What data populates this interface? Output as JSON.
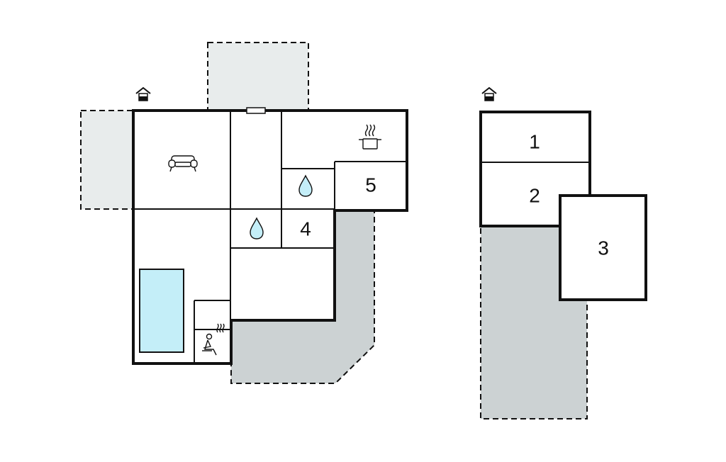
{
  "floors": [
    {
      "id": "ground-floor",
      "entrance_icon": "house-entrance-icon",
      "rooms": [
        {
          "id": "living-room",
          "icon": "sofa-icon"
        },
        {
          "id": "hallway"
        },
        {
          "id": "kitchen",
          "icon": "cooking-pot-icon"
        },
        {
          "id": "bathroom-upper",
          "icon": "water-drop-icon"
        },
        {
          "id": "bathroom-lower",
          "icon": "water-drop-icon"
        },
        {
          "id": "bedroom-4",
          "label": "4"
        },
        {
          "id": "bedroom-5",
          "label": "5"
        },
        {
          "id": "pool-room",
          "icon": "pool"
        },
        {
          "id": "sauna",
          "icon": "sauna-icon"
        }
      ],
      "outdoor": [
        "terrace-top",
        "terrace-left",
        "terrace-right"
      ]
    },
    {
      "id": "upper-floor",
      "entrance_icon": "house-entrance-icon",
      "rooms": [
        {
          "id": "bedroom-1",
          "label": "1"
        },
        {
          "id": "bedroom-2",
          "label": "2"
        },
        {
          "id": "bedroom-3",
          "label": "3"
        }
      ],
      "outdoor": [
        "terrace-below"
      ]
    }
  ],
  "colors": {
    "wall": "#111111",
    "terrace_light": "#e8ecec",
    "terrace_dark": "#ccd2d3",
    "pool": "#c4eef8",
    "water_drop": "#c4eef8"
  }
}
